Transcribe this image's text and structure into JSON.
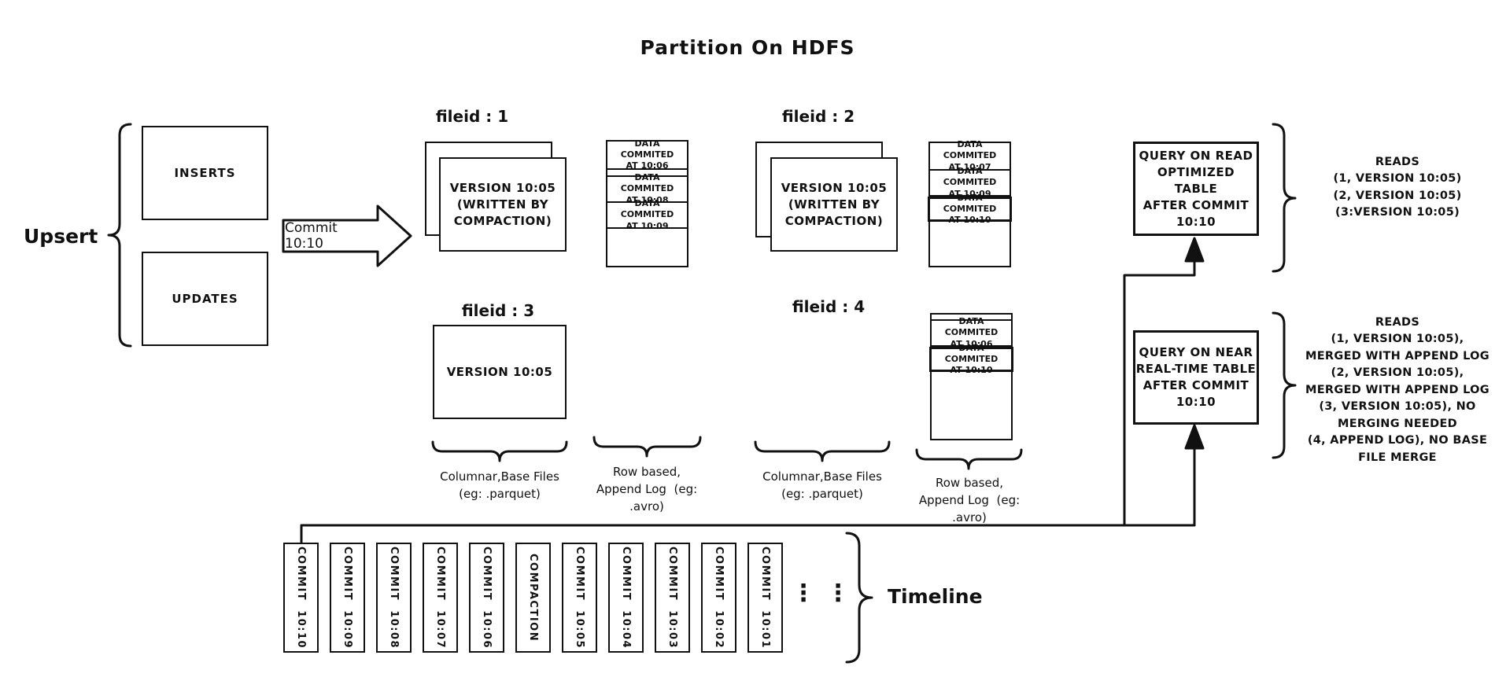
{
  "title": "Partition On HDFS",
  "upsert": {
    "label": "Upsert",
    "inserts": "INSERTS",
    "updates": "UPDATES"
  },
  "commit_arrow": {
    "label": "Commit 10:10"
  },
  "file_groups": {
    "fg1": {
      "label": "fileid : 1",
      "version": "VERSION 10:05\n(WRITTEN BY\nCOMPACTION)"
    },
    "fg2": {
      "label": "fileid : 2",
      "version": "VERSION 10:05\n(WRITTEN BY\nCOMPACTION)"
    },
    "fg3": {
      "label": "fileid : 3",
      "version": "VERSION 10:05"
    },
    "fg4": {
      "label": "fileid : 4"
    }
  },
  "logs": {
    "log1": {
      "rows": [
        "DATA COMMITED\nAT 10:06",
        "DATA COMMITED\nAT 10:08",
        "DATA COMMITED\nAT 10:09"
      ]
    },
    "log2": {
      "rows": [
        "DATA COMMITED\nAT 10:07",
        "DATA COMMITED\nAT 10:09",
        "DATA COMMITED\nAT 10:10"
      ]
    },
    "log4": {
      "rows": [
        "DATA COMMITED\nAT 10:06",
        "DATA COMMITED\nAT 10:10"
      ]
    }
  },
  "column_labels": {
    "columnar1": "Columnar,Base Files\n(eg: .parquet)",
    "row_based1": "Row based,\nAppend Log  (eg:\n.avro)",
    "columnar2": "Columnar,Base Files\n(eg: .parquet)",
    "row_based2": "Row based,\nAppend Log  (eg:\n.avro)"
  },
  "queries": {
    "read_optimized": {
      "box": "QUERY ON READ\nOPTIMIZED TABLE\nAFTER COMMIT\n10:10",
      "reads": "READS\n(1, VERSION 10:05)\n(2, VERSION 10:05)\n(3:VERSION 10:05)"
    },
    "near_real_time": {
      "box": "QUERY ON NEAR\nREAL-TIME TABLE\nAFTER COMMIT\n10:10",
      "reads": "READS\n(1, VERSION 10:05),\nMERGED WITH APPEND LOG\n(2, VERSION 10:05),\nMERGED WITH APPEND LOG\n(3, VERSION 10:05), NO\nMERGING NEEDED\n(4, APPEND LOG), NO BASE\nFILE MERGE"
    }
  },
  "timeline": {
    "label": "Timeline",
    "ellipsis": "⋮",
    "items": [
      "COMMIT  10:10",
      "COMMIT  10:09",
      "COMMIT  10:08",
      "COMMIT  10:07",
      "COMMIT  10:06",
      "COMPACTION",
      "COMMIT  10:05",
      "COMMIT  10:04",
      "COMMIT  10:03",
      "COMMIT  10:02",
      "COMMIT  10:01"
    ]
  },
  "colors": {
    "ink": "#111111",
    "background": "#ffffff"
  }
}
